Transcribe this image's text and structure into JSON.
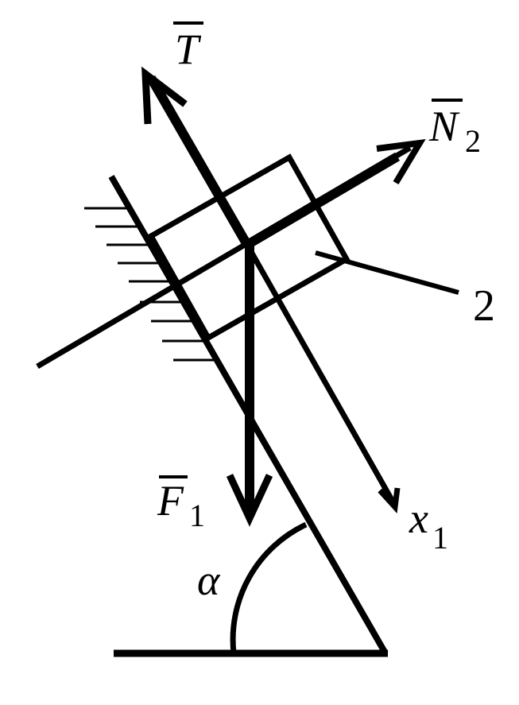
{
  "labels": {
    "tension": "T",
    "normal": "N",
    "normal_sub": "2",
    "gravity": "F",
    "gravity_sub": "1",
    "axis": "x",
    "axis_sub": "1",
    "body_number": "2",
    "angle": "α"
  },
  "colors": {
    "ink": "#000000",
    "background": "#ffffff"
  }
}
